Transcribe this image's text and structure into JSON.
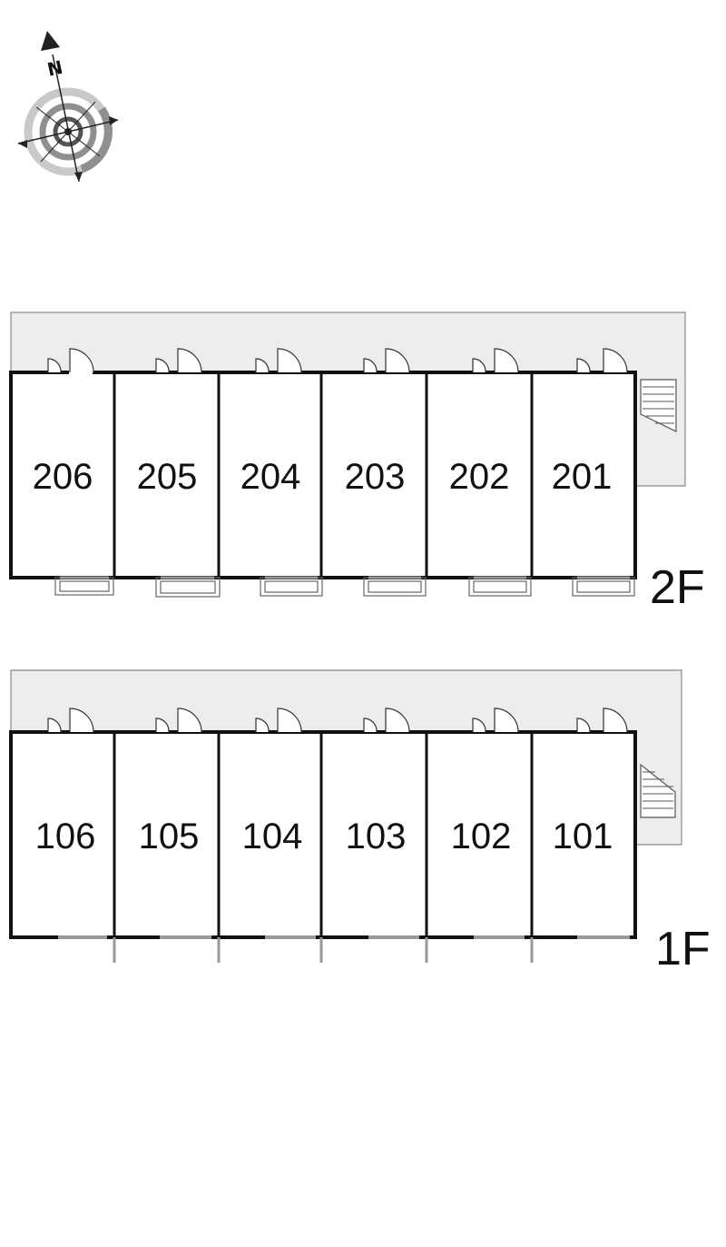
{
  "compass": {
    "north_label": "N",
    "icon": "compass-icon"
  },
  "floors": [
    {
      "label": "2F",
      "units": [
        "206",
        "205",
        "204",
        "203",
        "202",
        "201"
      ]
    },
    {
      "label": "1F",
      "units": [
        "106",
        "105",
        "104",
        "103",
        "102",
        "101"
      ]
    }
  ],
  "colors": {
    "corridor_fill": "#ededed",
    "wall": "#111111",
    "outline": "#8a8a8a",
    "compass_ring": "#9a9a9a"
  }
}
